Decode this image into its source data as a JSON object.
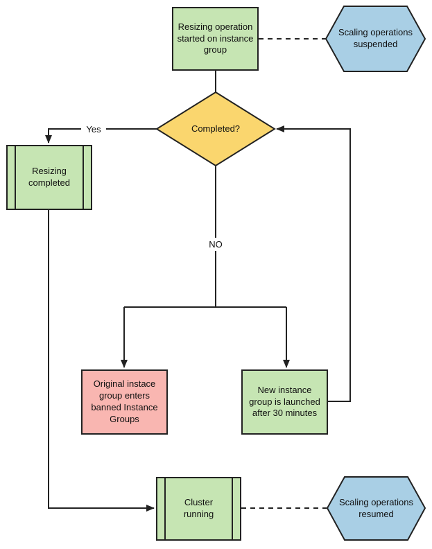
{
  "colors": {
    "stroke": "#222222",
    "text": "#111111",
    "process_green": "#c6e5b3",
    "decision_yellow": "#fad66e",
    "terminal_blue": "#a9cfe5",
    "alert_pink": "#f9b6b1",
    "canvas_background": "#ffffff"
  },
  "nodes": {
    "resize_start": {
      "label": "Resizing operation started on instance group",
      "shape": "process"
    },
    "scaling_suspended": {
      "label": "Scaling operations suspended",
      "shape": "hexagon"
    },
    "completed": {
      "label": "Completed?",
      "shape": "decision"
    },
    "resizing_completed": {
      "label": "Resizing completed",
      "shape": "predefined-process"
    },
    "banned_group": {
      "label": "Original instace group enters banned Instance Groups",
      "shape": "process"
    },
    "new_group": {
      "label": "New instance group is launched after 30 minutes",
      "shape": "process"
    },
    "cluster_running": {
      "label": "Cluster running",
      "shape": "predefined-process"
    },
    "scaling_resumed": {
      "label": "Scaling operations resumed",
      "shape": "hexagon"
    }
  },
  "edge_labels": {
    "yes": "Yes",
    "no": "NO"
  }
}
